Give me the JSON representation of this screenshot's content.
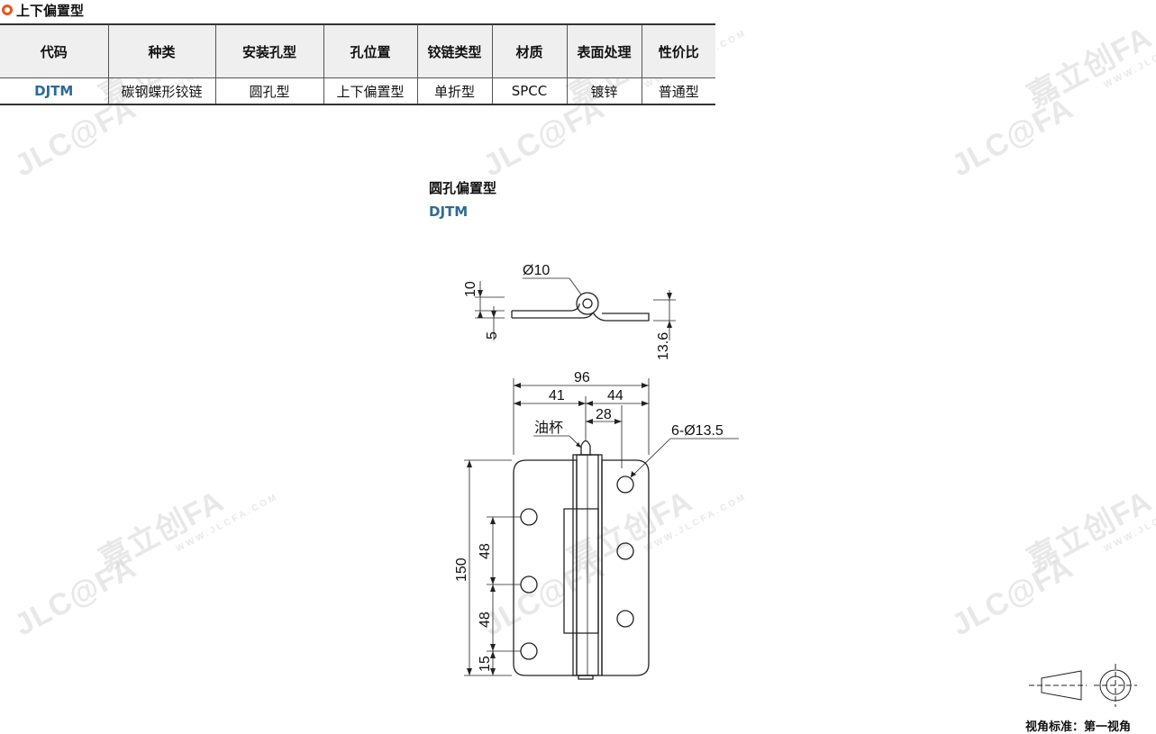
{
  "section": {
    "title": "上下偏置型"
  },
  "table": {
    "headers": [
      "代码",
      "种类",
      "安装孔型",
      "孔位置",
      "铰链类型",
      "材质",
      "表面处理",
      "性价比"
    ],
    "row": [
      "DJTM",
      "碳钢蝶形铰链",
      "圆孔型",
      "上下偏置型",
      "单折型",
      "SPCC",
      "镀锌",
      "普通型"
    ]
  },
  "drawing": {
    "title": "圆孔偏置型",
    "code": "DJTM",
    "side_view": {
      "pin_diameter": "Ø10",
      "dim_10": "10",
      "dim_5": "5",
      "dim_13_6": "13.6"
    },
    "front_view": {
      "width_total": "96",
      "width_left": "41",
      "width_right": "44",
      "width_pin_to_hole": "28",
      "oil_cup_label": "油杯",
      "holes_label": "6-Ø13.5",
      "height_total": "150",
      "pitch_upper": "48",
      "pitch_lower": "48",
      "bottom_offset": "15"
    }
  },
  "projection": {
    "label": "视角标准：第一视角"
  },
  "watermark": {
    "brand": "嘉立创FA",
    "logo": "JLC@FA",
    "url": "WWW.JLCFA.COM"
  },
  "colors": {
    "accent_orange": "#e8571c",
    "code_blue": "#2e6a94",
    "header_bg": "#efefef"
  }
}
